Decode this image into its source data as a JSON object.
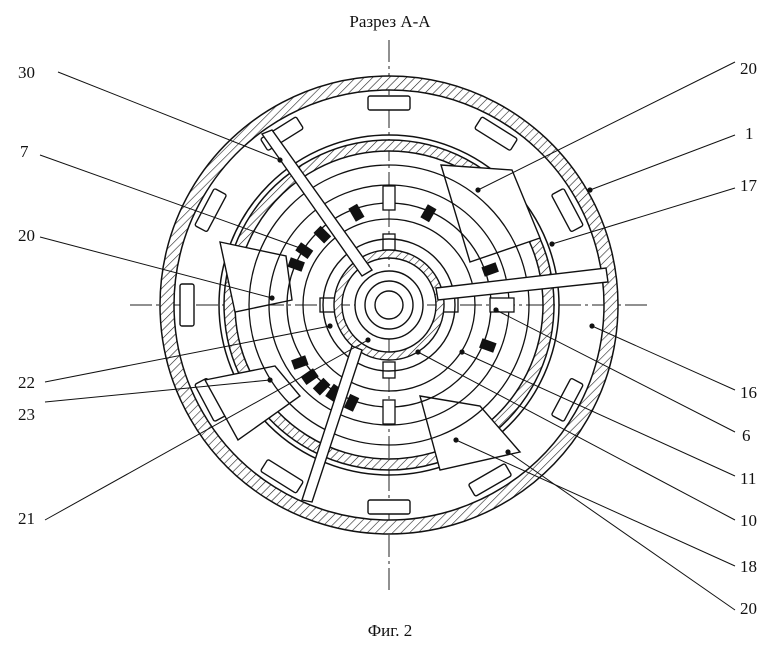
{
  "figure": {
    "section_title": "Разрез А-А",
    "caption": "Фиг. 2"
  },
  "callouts": [
    {
      "id": "l30a",
      "text": "30"
    },
    {
      "id": "l7",
      "text": "7"
    },
    {
      "id": "l20a",
      "text": "20"
    },
    {
      "id": "l22",
      "text": "22"
    },
    {
      "id": "l23",
      "text": "23"
    },
    {
      "id": "l21",
      "text": "21"
    },
    {
      "id": "l20b",
      "text": "20"
    },
    {
      "id": "l1",
      "text": "1"
    },
    {
      "id": "l17",
      "text": "17"
    },
    {
      "id": "l16",
      "text": "16"
    },
    {
      "id": "l6",
      "text": "6"
    },
    {
      "id": "l11",
      "text": "11"
    },
    {
      "id": "l10",
      "text": "10"
    },
    {
      "id": "l18",
      "text": "18"
    },
    {
      "id": "l20c",
      "text": "20"
    }
  ]
}
